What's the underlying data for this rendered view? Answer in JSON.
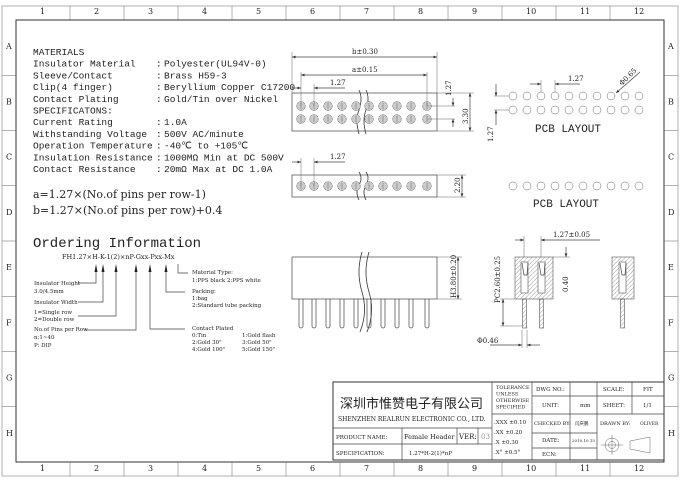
{
  "frame": {
    "columns": [
      "1",
      "2",
      "3",
      "4",
      "5",
      "6",
      "7",
      "8",
      "9",
      "10",
      "11",
      "12"
    ],
    "rows": [
      "A",
      "B",
      "C",
      "D",
      "E",
      "F",
      "G",
      "H"
    ]
  },
  "materials": {
    "heading": "MATERIALS",
    "lines": [
      {
        "label": "Insulator Material",
        "sep": ":",
        "value": "Polyester(UL94V-0)"
      },
      {
        "label": "Sleeve/Contact",
        "sep": ":",
        "value": "Brass H59-3"
      },
      {
        "label": "Clip(4 finger)",
        "sep": ":",
        "value": "Beryllium Copper C17200"
      },
      {
        "label": "Contact Plating",
        "sep": ":",
        "value": "Gold/Tin over Nickel"
      }
    ]
  },
  "specifications": {
    "heading": "SPECIFICATONS:",
    "lines": [
      {
        "label": "Current Rating",
        "sep": ":",
        "value": "1.0A"
      },
      {
        "label": "Withstanding Voltage",
        "sep": ":",
        "value": "500V AC/minute"
      },
      {
        "label": "Operation Temperature",
        "sep": ":",
        "value": "-40℃ to +105℃"
      },
      {
        "label": "Insulation Resistance",
        "sep": ":",
        "value": "1000MΩ Min at DC 500V"
      },
      {
        "label": "Contact Resistance",
        "sep": ":",
        "value": "20mΩ Max at DC 1.0A"
      }
    ]
  },
  "formulas": {
    "a": "a=1.27×(No.of pins per row-1)",
    "b": "b=1.27×(No.of pins per row)+0.4"
  },
  "ordering": {
    "title": "Ordering Information",
    "code": "FH1.27×H-K-1(2)×nP-Gxx-Pxx-Mx",
    "insulator_height": [
      "Insulator Height",
      "3.0/4.5mm"
    ],
    "insulator_width": [
      "Insulator Width"
    ],
    "rows": [
      "1=Single row",
      "2=Double row"
    ],
    "pins": [
      "No.of Pins per Row",
      "n:1~40",
      "P: DIP"
    ],
    "material": [
      "Material Type:",
      "1:PPS black 2:PPS white"
    ],
    "packing": [
      "Packing:",
      "1:bag",
      "2:Standard tube packing"
    ],
    "plated_title": "Contact Plated",
    "plated_left": [
      "0:Tin",
      "2:Gold 30\"",
      "4:Gold 100\""
    ],
    "plated_right": [
      "1:Gold flash",
      "3:Gold 50\"",
      "5:Gold 150\""
    ]
  },
  "dims": {
    "b": "b±0.30",
    "a": "a±0.15",
    "pitch": "1.27",
    "pitch_v": "1.27",
    "depth_double": "3.30",
    "pitch_single": "1.27",
    "depth_single": "2.20",
    "height": "H3.80±0.20",
    "hole": "Φ0.65",
    "pcb_pitch": "1.27",
    "pcb_pitch_v": "1.27",
    "pcb_label_1": "PCB LAYOUT",
    "pcb_label_2": "PCB LAYOUT",
    "section_pitch": "1.27±0.05",
    "section_pc": "PC2.60±0.25",
    "section_040": "0.40",
    "pin_dia": "Φ0.46"
  },
  "title_block": {
    "company_cn": "深圳市惟赞电子有限公司",
    "company_en": "SHENZHEN REALRUN ELECTRONIC CO., LTD.",
    "product_name_label": "PRODUCT NAME:",
    "product_name": "Female Header",
    "ver_label": "VER:",
    "ver": "03",
    "spec_label": "SPECIFICATION:",
    "spec": "1.27*H-2(1)*nP",
    "tolerance_head": [
      "TOLERANCE",
      "UNLESS",
      "OTHERWISE",
      "SPECIFIED"
    ],
    "tolerances": [
      ".XXX ±0.10",
      ".XX  ±0.20",
      ".X   ±0.30",
      ".X°  ±0.5°"
    ],
    "dwg_no_label": "DWG NO.:",
    "dwg_no": "",
    "unit_label": "UNIT:",
    "unit": "mm",
    "checked_label": "CHECKED BY:",
    "checked": "闫庆鹏",
    "date_label": "DATE:",
    "date": "2010.10.15",
    "ecn_label": "ECN:",
    "scale_label": "SCALE:",
    "scale": "FIT",
    "sheet_label": "SHEET:",
    "sheet": "1/1",
    "drawn_label": "DRAWN BY:",
    "drawn": "OLIVER"
  }
}
